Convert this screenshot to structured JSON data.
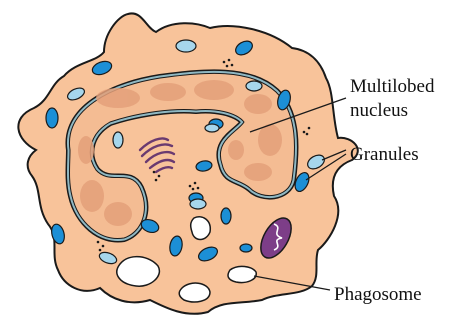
{
  "labels": {
    "nucleus_line1": "Multilobed",
    "nucleus_line2": "nucleus",
    "granules": "Granules",
    "phagosome": "Phagosome"
  },
  "colors": {
    "cytoplasm": "#F8C39A",
    "nucleus_fill": "#F4BC93",
    "nucleus_mottle": "#E4A07A",
    "envelope": "#8FB8C3",
    "granule_blue": "#1C8FD6",
    "granule_light": "#A6D6EC",
    "phagosome": "#FFFFFF",
    "mitochondrion": "#7D3E88",
    "golgi": "#6A3A70",
    "outline": "#1A1A1A"
  },
  "icons": [
    "golgi-apparatus-icon",
    "mitochondrion-icon",
    "vesicle-cluster-icon"
  ]
}
